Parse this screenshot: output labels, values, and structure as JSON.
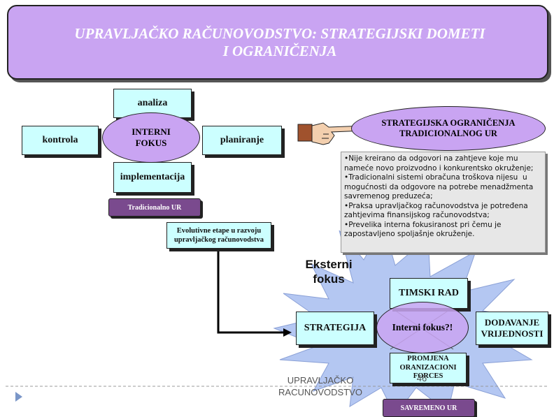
{
  "title": {
    "line1": "UPRAVLJAČKO RAČUNOVODSTVO: STRATEGIJSKI DOMETI",
    "line2": "I OGRANIČENJA"
  },
  "traditional": {
    "top": "analiza",
    "left": "kontrola",
    "right": "planiranje",
    "bottom": "implementacija",
    "center": "INTERNI FOKUS",
    "tag": "Tradicionalno UR"
  },
  "evolution_box": "Evolutivne etape u razvoju upravljačkog računovodstva",
  "limits": {
    "title": "STRATEGIJSKA OGRANIČENJA TRADICIONALNOG UR",
    "items": [
      "•Nije kreirano da odgovori na zahtjeve koje mu nameće novo proizvodno i konkurentsko okruženje;",
      "•Tradicionalni sistemi obračuna troškova nijesu  u mogućnosti da odgovore na potrebe menadžmenta  savremenog preduzeća;",
      "•Praksa upravljačkog računovodstva je potređena zahtjevima finansijskog računovodstva;",
      "•Prevelika interna fokusiranost pri čemu je zapostavljeno spoljašnje okruženje."
    ]
  },
  "modern": {
    "external_label": "Eksterni fokus",
    "top": "TIMSKI RAD",
    "left": "STRATEGIJA",
    "right": "DODAVANJE VRIJEDNOSTI",
    "bottom": "PROMJENA ORANIZACIONI FORCES",
    "center": "Interni fokus?!",
    "tag": "SAVREMENO UR"
  },
  "footer": {
    "text_line1": "UPRAVLJAČKO",
    "text_line2": "RACUNOVODSTVO",
    "page": "46"
  },
  "colors": {
    "purple": "#c9a4f2",
    "cyan": "#ccffff",
    "star": "#b4c7f2",
    "tag": "#7a4a8e"
  }
}
